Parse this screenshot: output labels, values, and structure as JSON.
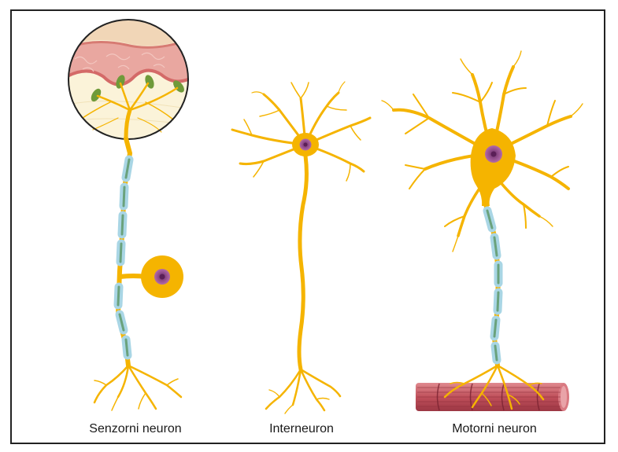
{
  "figure": {
    "labels": {
      "sensory": "Senzorni neuron",
      "inter": "Interneuron",
      "motor": "Motorni neuron"
    }
  },
  "colors": {
    "neuron": "#f5b400",
    "nucleus": "#9b4f92",
    "myelin": "#a9d6e5",
    "node": "#6aa27c",
    "skin_top": "#e49a93",
    "skin_tissue": "#f4dcc4",
    "receptor": "#6f9a3a",
    "muscle": "#c85a64",
    "frame": "#222222"
  }
}
